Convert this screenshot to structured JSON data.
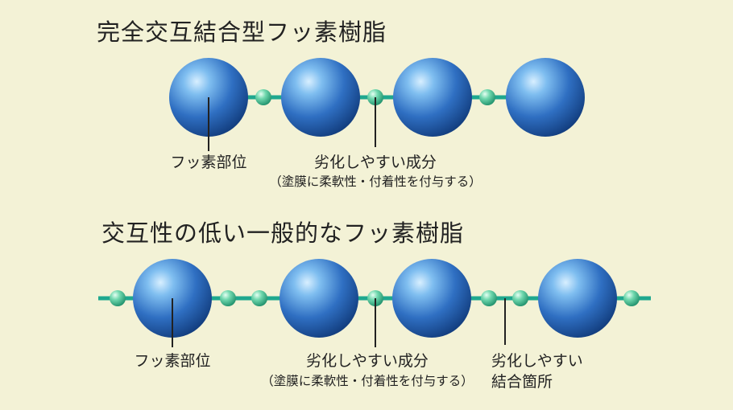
{
  "diagram_a": {
    "title": "完全交互結合型フッ素樹脂",
    "label_fluoro": "フッ素部位",
    "label_weak": "劣化しやすい成分",
    "note_weak": "（塗膜に柔軟性・付着性を付与する）"
  },
  "diagram_b": {
    "title": "交互性の低い一般的なフッ素樹脂",
    "label_fluoro": "フッ素部位",
    "label_weak": "劣化しやすい成分",
    "note_weak": "（塗膜に柔軟性・付着性を付与する）",
    "label_bond_line1": "劣化しやすい",
    "label_bond_line2": "結合箇所"
  },
  "colors": {
    "background": "#f3f2d6",
    "chain": "#1fa88f",
    "big_sphere": "#2f6fc2",
    "small_sphere": "#3fbf8f"
  }
}
